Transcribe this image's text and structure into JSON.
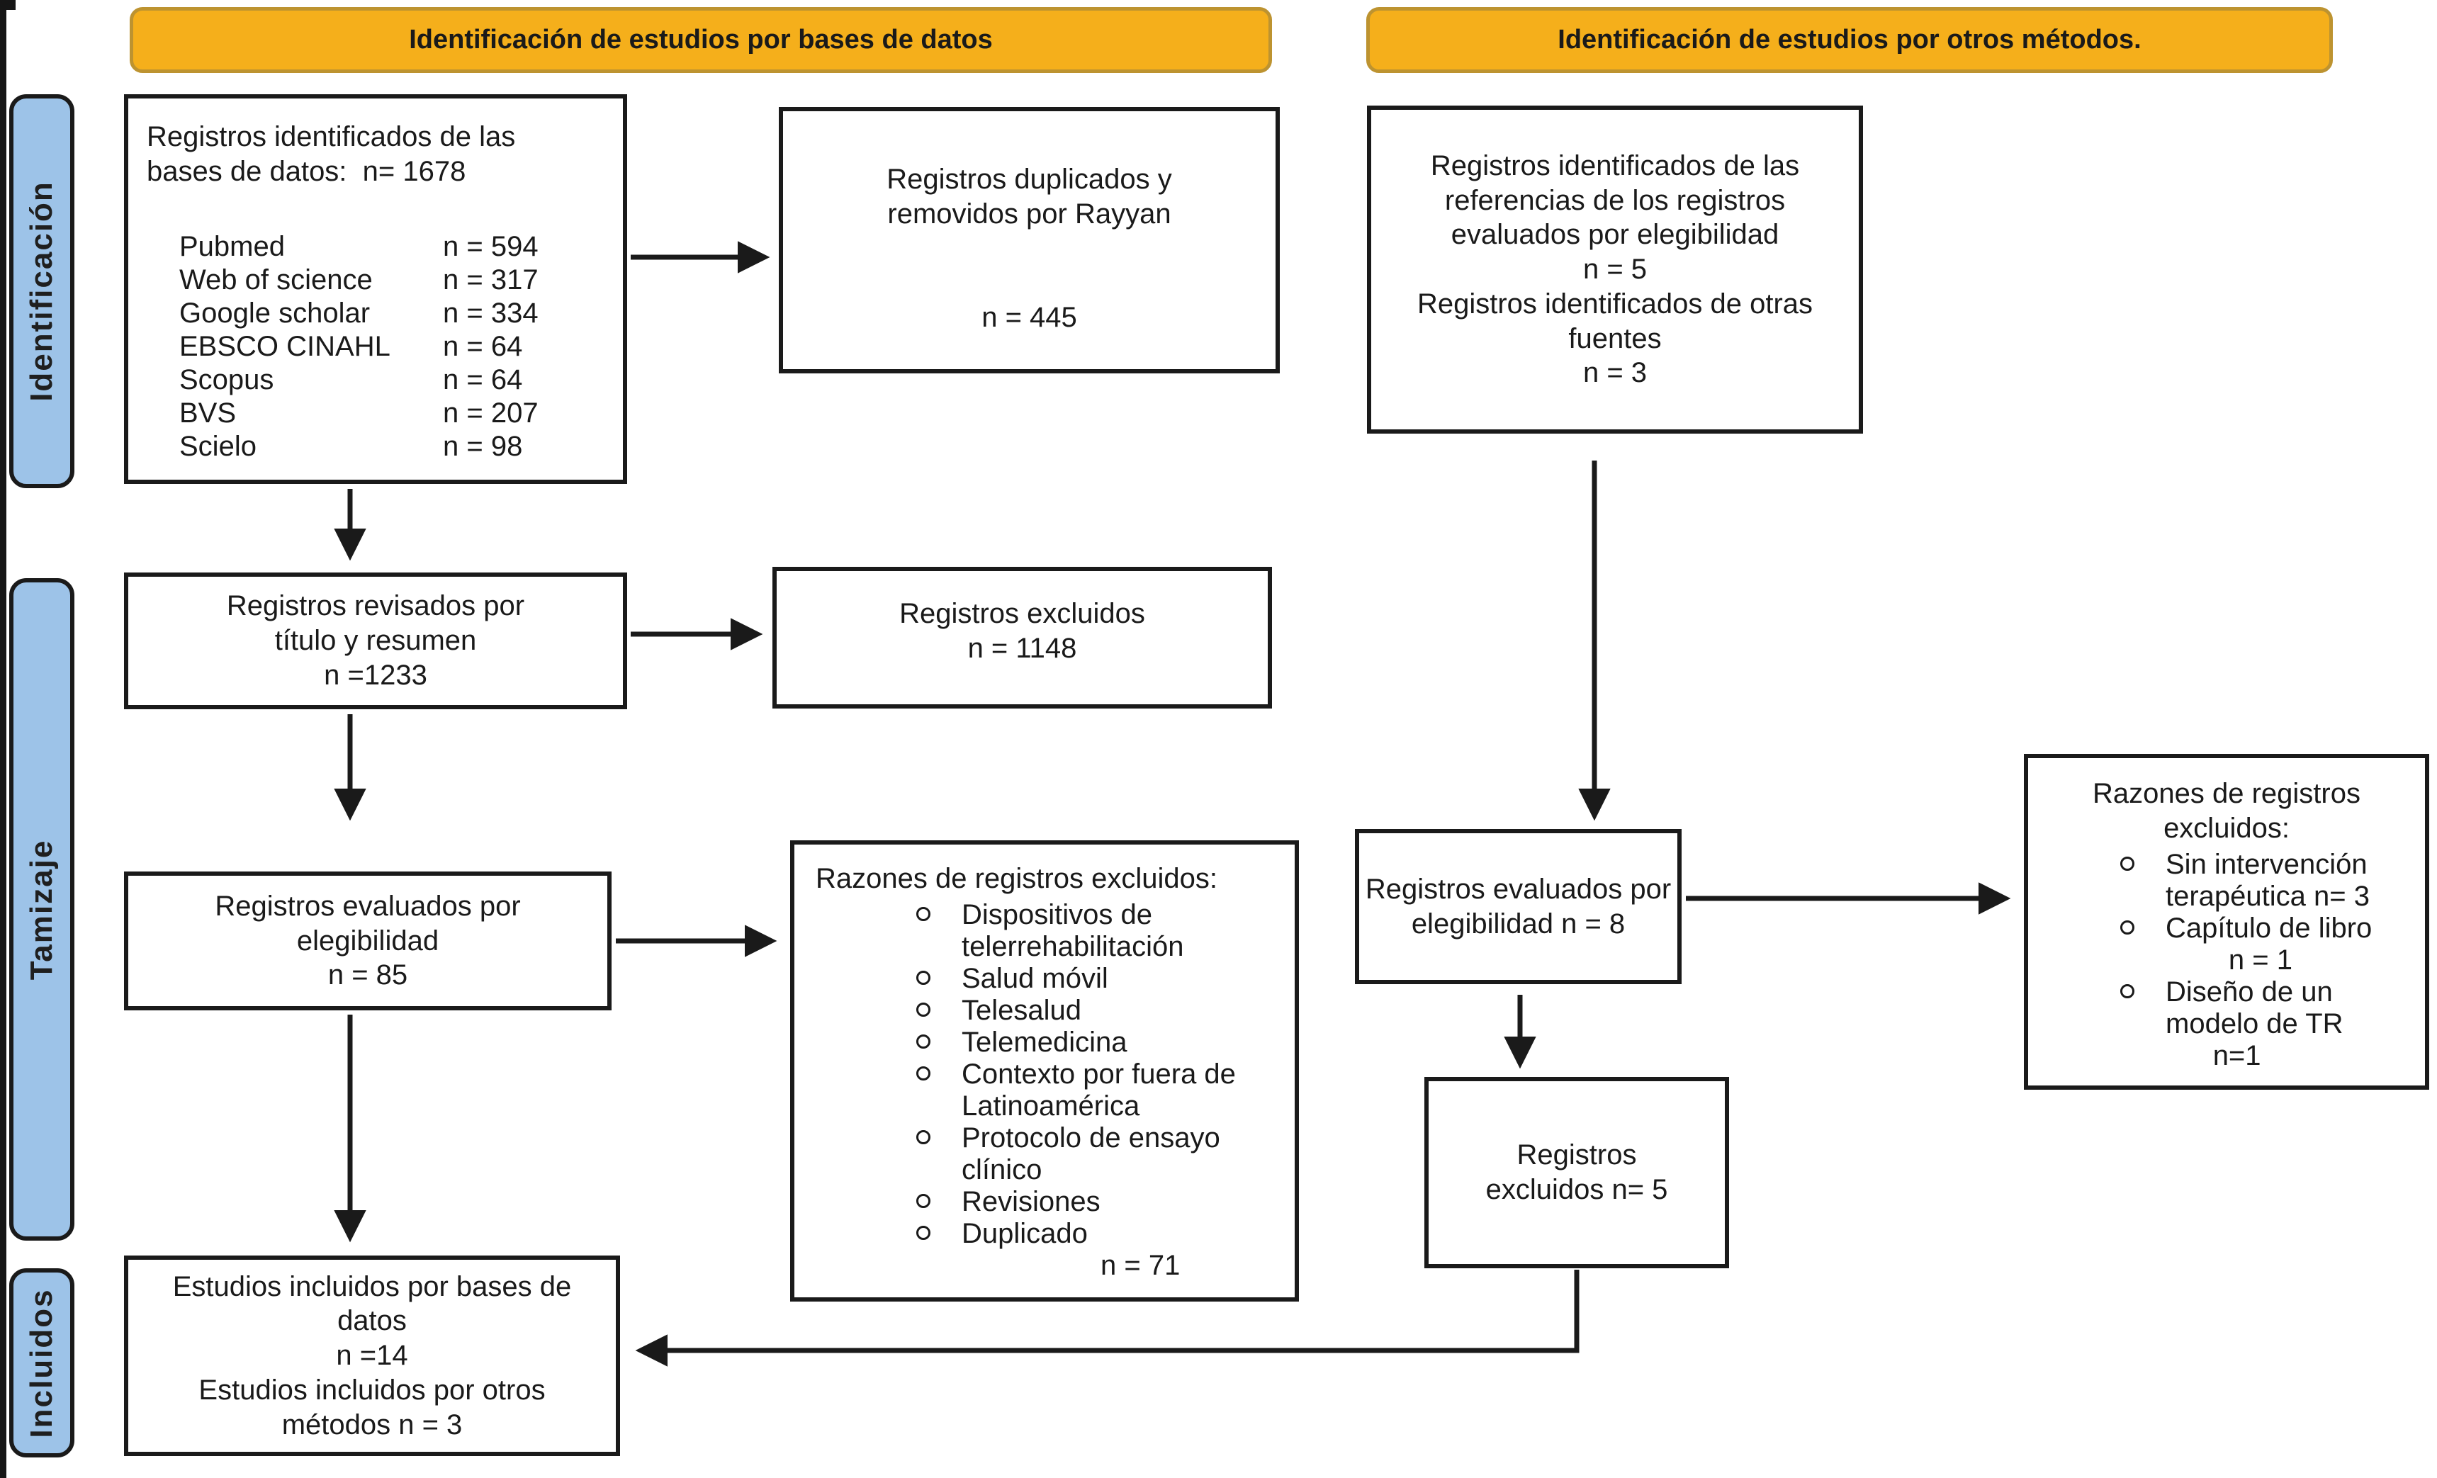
{
  "colors": {
    "header_fill": "#F5AF1B",
    "header_border": "#BD9330",
    "sidebar_fill": "#9DC3E8",
    "line_and_text": "#1A1A1A",
    "background": "#FFFFFF"
  },
  "headers": {
    "databases": "Identificación de estudios por bases de datos",
    "other_methods": "Identificación de estudios por otros métodos."
  },
  "sidebar": {
    "identification": "Identificación",
    "screening": "Tamizaje",
    "included": "Incluidos"
  },
  "boxes": {
    "identified": {
      "title": "Registros identificados de las\nbases de datos:  n= 1678",
      "sources": [
        {
          "name": "Pubmed",
          "value": "n = 594"
        },
        {
          "name": "Web of science",
          "value": "n = 317"
        },
        {
          "name": "Google scholar",
          "value": "n = 334"
        },
        {
          "name": "EBSCO CINAHL",
          "value": "n = 64"
        },
        {
          "name": "Scopus",
          "value": "n = 64"
        },
        {
          "name": "BVS",
          "value": "n = 207"
        },
        {
          "name": "Scielo",
          "value": "n = 98"
        }
      ]
    },
    "duplicates": {
      "text": "Registros duplicados y\nremovidos por Rayyan\n\n\nn = 445"
    },
    "other_identified": {
      "text": "Registros identificados de las\nreferencias de los registros\nevaluados por elegibilidad\nn = 5\nRegistros identificados de otras\nfuentes\nn = 3"
    },
    "screened": {
      "text": "Registros revisados por\ntítulo y resumen\nn =1233"
    },
    "excluded_screened": {
      "text": "Registros excluidos\nn = 1148"
    },
    "eligibility_db": {
      "text": "Registros evaluados por\nelegibilidad\nn = 85"
    },
    "reasons_db": {
      "title": "Razones de registros excluidos:",
      "items": [
        "Dispositivos de\ntelerrehabilitación",
        "Salud móvil",
        "Telesalud",
        "Telemedicina",
        "Contexto por fuera de\nLatinoamérica",
        "Protocolo de ensayo\nclínico",
        "Revisiones",
        "Duplicado"
      ],
      "total": "n = 71"
    },
    "included": {
      "text": "Estudios incluidos por bases de\ndatos\nn =14\nEstudios incluidos por otros\nmétodos n = 3"
    },
    "eligibility_other": {
      "text": "Registros evaluados por\nelegibilidad n = 8"
    },
    "reasons_other": {
      "title": "Razones de registros\nexcluidos:",
      "items": [
        "Sin intervención\nterapéutica n= 3",
        "Capítulo de libro\n        n = 1",
        "Diseño de un\nmodelo de TR\n      n=1"
      ]
    },
    "excluded_other": {
      "text": "Registros\nexcluidos n= 5"
    }
  }
}
